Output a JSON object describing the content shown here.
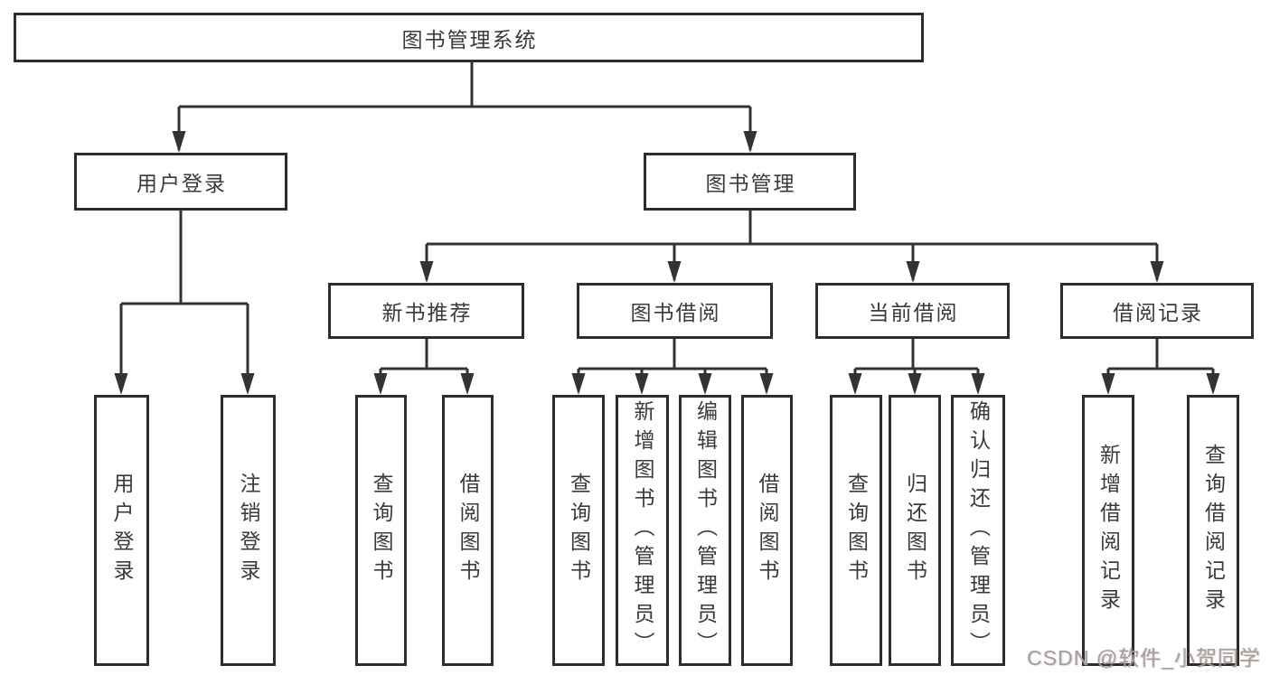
{
  "root": {
    "label": "图书管理系统"
  },
  "branches": [
    {
      "label": "用户登录",
      "children": [
        {
          "label": "用户登录"
        },
        {
          "label": "注销登录"
        }
      ]
    },
    {
      "label": "图书管理",
      "children": [
        {
          "label": "新书推荐",
          "children": [
            {
              "label": "查询图书"
            },
            {
              "label": "借阅图书"
            }
          ]
        },
        {
          "label": "图书借阅",
          "children": [
            {
              "label": "查询图书"
            },
            {
              "label": "新增图书（管理员）"
            },
            {
              "label": "编辑图书（管理员）"
            },
            {
              "label": "借阅图书"
            }
          ]
        },
        {
          "label": "当前借阅",
          "children": [
            {
              "label": "查询图书"
            },
            {
              "label": "归还图书"
            },
            {
              "label": "确认归还（管理员）"
            }
          ]
        },
        {
          "label": "借阅记录",
          "children": [
            {
              "label": "新增借阅记录"
            },
            {
              "label": "查询借阅记录"
            }
          ]
        }
      ]
    }
  ],
  "watermark": {
    "text": "CSDN @软件_小贺同学"
  },
  "colors": {
    "line": "#333333",
    "border": "#2d2d2d",
    "text": "#3a3a3a",
    "watermark": "#a0a0a0",
    "bg": "#ffffff"
  }
}
